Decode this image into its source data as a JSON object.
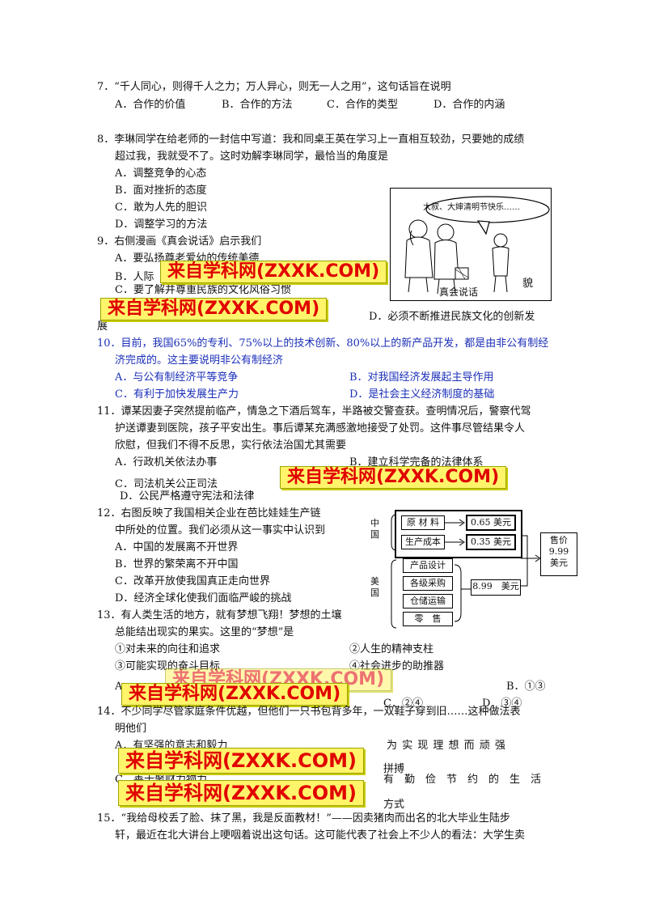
{
  "q7": {
    "stem": "7．“千人同心，则得千人之力；万人异心，则无一人之用”，这句话旨在说明",
    "a": "A．合作的价值",
    "b": "B．合作的方法",
    "c": "C．合作的类型",
    "d": "D．合作的内涵"
  },
  "q8": {
    "stem1": "8．李琳同学在给老师的一封信中写道：我和同桌王英在学习上一直相互较劲，只要她的成绩",
    "stem2": "超过我，我就受不了。这时劝解李琳同学，最恰当的角度是",
    "a": "A．调整竞争的心态",
    "b": "B．面对挫折的态度",
    "c": "C．敢为人先的胆识",
    "d": "D．调整学习的方法"
  },
  "q9": {
    "stem": "9．右侧漫画《真会说话》启示我们",
    "a": "A．要弘扬尊老爱幼的传统美德",
    "b": "B．人际",
    "b_tail": "貌",
    "c": "C．要了解并尊重民族的文化风俗习惯",
    "d": "D．必须不断推进民族文化的创新发",
    "d_tail": "展",
    "comic_speech": "大叔、大婶清明节快乐……",
    "comic_caption": "真会说话"
  },
  "q10": {
    "stem1": "10．目前，我国65%的专利、75%以上的技术创新、80%以上的新产品开发，都是由非公有制经",
    "stem2": "济完成的。这主要说明非公有制经济",
    "a": "A．与公有制经济平等竞争",
    "b": "B．对我国经济发展起主导作用",
    "c": "C．有利于加快发展生产力",
    "d": "D．是社会主义经济制度的基础"
  },
  "q11": {
    "stem1": "11．谭某因妻子突然提前临产，情急之下酒后驾车，半路被交警查获。查明情况后，警察代驾",
    "stem2": "护送谭妻到医院，孩子平安出生。事后谭某充满感激地接受了处罚。这件事尽管结果令人",
    "stem3": "欣慰，但我们不得不反思，实行依法治国尤其需要",
    "a": "A．行政机关依法办事",
    "b": "B．建立科学完备的法律体系",
    "c": "C．司法机关公正司法",
    "d": "D．公民严格遵守宪法和法律"
  },
  "q12": {
    "stem1": "12．右图反映了我国相关企业在芭比娃娃生产链",
    "stem2": "中所处的位置。我们必须从这一事实中认识到",
    "a": "A．中国的发展离不开世界",
    "b": "B．世界的繁荣离不开中国",
    "c": "C．改革开放使我国真正走向世界",
    "d": "D．经济全球化使我们面临严峻的挑战",
    "diagram": {
      "china": "中国",
      "usa": "美国",
      "raw": "原 材 料",
      "raw_price": "0.65 美元",
      "cost": "生产成本",
      "cost_price": "0.35 美元",
      "design": "产品设计",
      "purchase": "各级采购",
      "logistics": "仓储运输",
      "retail": "零　售",
      "usa_price": "8.99　美元",
      "sale": "售价",
      "sale_amount": "9.99",
      "sale_unit": "美元"
    }
  },
  "q13": {
    "stem1": "13．有人类生活的地方，就有梦想飞翔！梦想的土壤",
    "stem2": "总能结出现实的果实。这里的“梦想”是",
    "o1": "①对未来的向往和追求",
    "o2": "②人生的精神支柱",
    "o3": "③可能实现的奋斗目标",
    "o4": "④社会进步的助推器",
    "a": "A",
    "b": "B．①③",
    "c": "C．②④",
    "d": "D．③④"
  },
  "q14": {
    "stem1": "14．不少同学尽管家庭条件优越，但他们一只书包背多年，一双鞋子穿到旧……这种做法表",
    "stem2": "明他们",
    "a": "A．有坚强的意志和毅力",
    "b1": "为 实 现 理 想 而 顽 强",
    "b2": "拼搏",
    "c": "C．善于聚财力物力",
    "d1": "有　勤　俭　节　约　的　生　活",
    "d2": "方式"
  },
  "q15": {
    "stem1": "15．“我给母校丢了脸、抹了黑，我是反面教材！”——因卖猪肉而出名的北大毕业生陆步",
    "stem2": "轩，最近在北大讲台上哽咽着说出这句话。这可能代表了社会上不少人的看法：大学生卖"
  },
  "watermark": "来自学科网(ZXXK.COM)",
  "colors": {
    "watermark_bg": "#fff46a",
    "watermark_text": "#e00000",
    "q10_text": "#1b2fb8"
  }
}
